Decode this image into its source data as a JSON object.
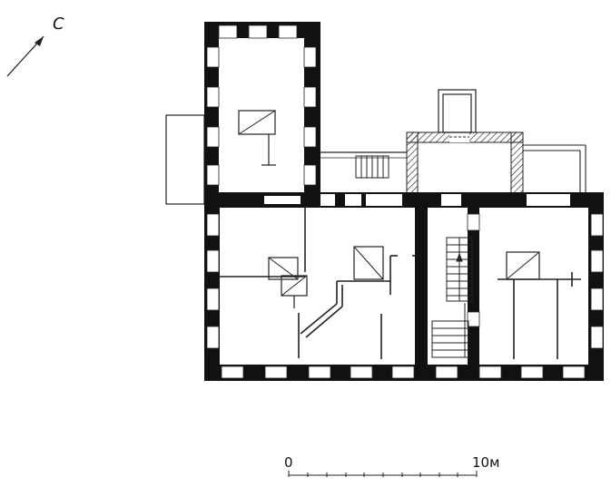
{
  "north_arrow": {
    "label": "С"
  },
  "scale_bar": {
    "start_label": "0",
    "end_label": "10м"
  },
  "colors": {
    "wall": "#111111",
    "line": "#222222",
    "hatch": "#333333",
    "background": "#ffffff"
  }
}
